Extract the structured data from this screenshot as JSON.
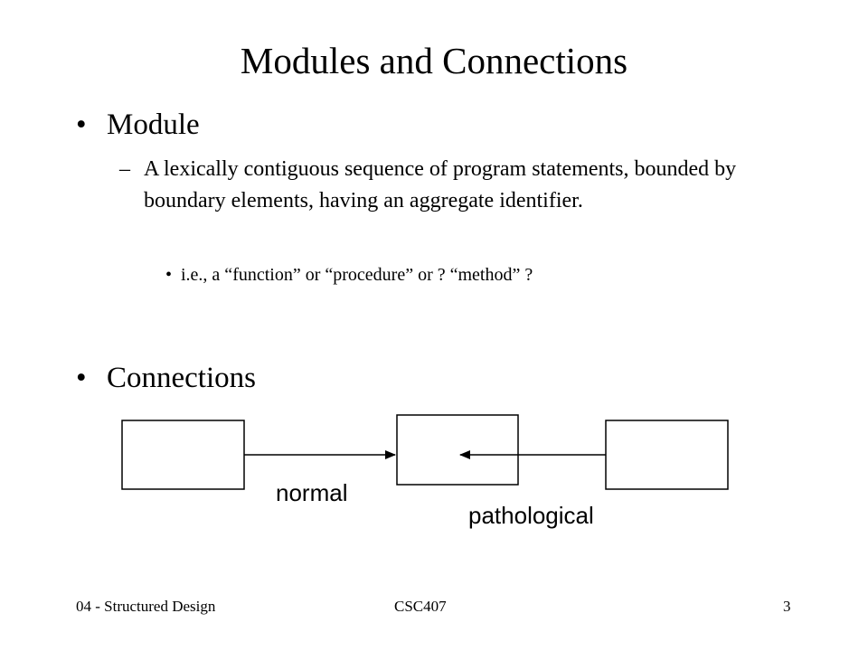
{
  "slide": {
    "title": "Modules and Connections",
    "bullets": [
      {
        "marker": "•",
        "text": "Module",
        "sub": {
          "marker": "–",
          "text": "A lexically contiguous sequence of program statements, bounded by boundary elements, having an aggregate identifier.",
          "sub": {
            "marker": "•",
            "text": "i.e., a “function” or “procedure” or ? “method” ?"
          }
        }
      },
      {
        "marker": "•",
        "text": "Connections"
      }
    ]
  },
  "diagram": {
    "connections": [
      {
        "label": "normal"
      },
      {
        "label": "pathological"
      }
    ]
  },
  "footer": {
    "left": "04 - Structured Design",
    "center": "CSC407",
    "page_number": "3"
  }
}
